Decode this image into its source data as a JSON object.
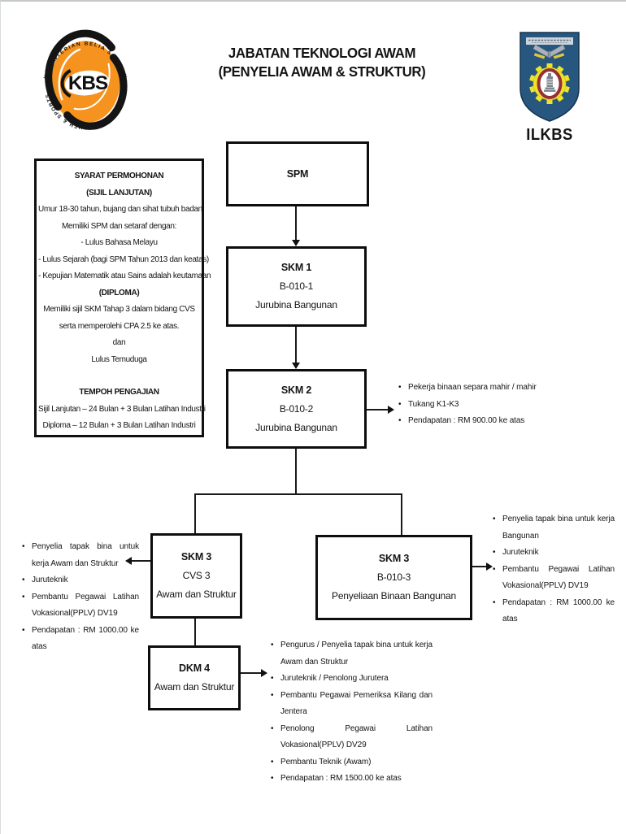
{
  "header": {
    "title_line1": "JABATAN TEKNOLOGI AWAM",
    "title_line2": "(PENYELIA AWAM & STRUKTUR)",
    "kbs_logo": {
      "center_text": "KBS",
      "ring_text_top": "KEMENTERIAN BELIA & SUKAN",
      "ring_text_bottom": "✦ MINISTRY OF YOUTH & SPORTS ✦",
      "orange": "#F6921E",
      "black": "#141414"
    },
    "ilkbs_logo": {
      "label": "ILKBS",
      "shield_blue": "#27567F",
      "gear_yellow": "#EEE32B",
      "ring_red": "#953038",
      "book_gray": "#AAB1B9"
    }
  },
  "requirements": {
    "lines": [
      "SYARAT PERMOHONAN",
      "(SIJIL LANJUTAN)",
      "Umur 18-30 tahun, bujang dan sihat tubuh badan",
      "Memiliki SPM dan setaraf dengan:",
      "- Lulus Bahasa Melayu",
      "- Lulus Sejarah (bagi SPM Tahun 2013 dan keatas)",
      "- Kepujian Matematik atau Sains adalah keutamaan",
      "(DIPLOMA)",
      "Memiliki sijil SKM Tahap 3 dalam bidang CVS serta memperolehi CPA 2.5 ke atas.",
      "dan",
      "Lulus Temuduga",
      "TEMPOH PENGAJIAN",
      "Sijil Lanjutan – 24 Bulan + 3 Bulan Latihan Industri",
      "Diploma – 12 Bulan + 3 Bulan Latihan Industri"
    ]
  },
  "boxes": {
    "spm": {
      "title": "SPM"
    },
    "skm1": {
      "title": "SKM 1",
      "code": "B-010-1",
      "name": "Jurubina Bangunan"
    },
    "skm2": {
      "title": "SKM 2",
      "code": "B-010-2",
      "name": "Jurubina Bangunan"
    },
    "skm3_left": {
      "title": "SKM 3",
      "code": "CVS 3",
      "name": "Awam dan Struktur"
    },
    "skm3_right": {
      "title": "SKM 3",
      "code": "B-010-3",
      "name": "Penyeliaan Binaan Bangunan"
    },
    "dkm4": {
      "title": "DKM 4",
      "name": "Awam dan Struktur"
    }
  },
  "careers": {
    "skm2": [
      "Pekerja binaan separa mahir / mahir",
      "Tukang K1-K3",
      "Pendapatan : RM 900.00 ke atas"
    ],
    "skm3_left": [
      "Penyelia tapak bina untuk kerja Awam dan Struktur",
      "Juruteknik",
      "Pembantu Pegawai Latihan Vokasional(PPLV) DV19",
      "Pendapatan : RM 1000.00 ke atas"
    ],
    "skm3_right": [
      "Penyelia tapak bina untuk kerja Bangunan",
      "Juruteknik",
      "Pembantu Pegawai Latihan Vokasional(PPLV) DV19",
      "Pendapatan : RM 1000.00 ke atas"
    ],
    "dkm4": [
      "Pengurus / Penyelia tapak bina untuk kerja Awam dan Struktur",
      "Juruteknik / Penolong Jurutera",
      "Pembantu Pegawai Pemeriksa Kilang dan Jentera",
      "Penolong Pegawai Latihan Vokasional(PPLV) DV29",
      "Pembantu Teknik (Awam)",
      "Pendapatan : RM 1500.00 ke atas"
    ]
  }
}
